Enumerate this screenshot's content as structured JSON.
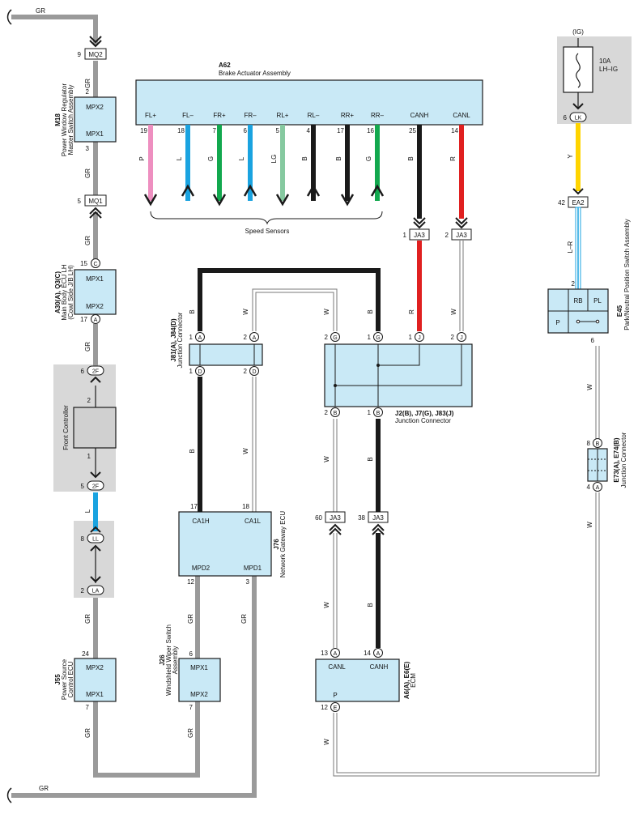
{
  "colors": {
    "box_fill": "#c9e9f6",
    "shade": "#d8d8d8",
    "wire_gr": "#9a9a9a",
    "wire_black": "#1a1a1a",
    "wire_red": "#e02020",
    "wire_pink": "#ee8fc0",
    "wire_blue": "#1aa3e0",
    "wire_green": "#12a84e",
    "wire_lightgreen": "#86c9a0",
    "wire_yellow": "#ffd400"
  },
  "wire_labels": {
    "gr": "GR",
    "b": "B",
    "w": "W",
    "r": "R",
    "l": "L",
    "p": "P",
    "g": "G",
    "lg": "LG",
    "y": "Y",
    "l_r": "L–R"
  },
  "a62": {
    "code": "A62",
    "name": "Brake Actuator Assembly",
    "pins": [
      {
        "label": "FL+",
        "num": "19",
        "wire": "P",
        "icon": "arrow-down-icon"
      },
      {
        "label": "FL–",
        "num": "18",
        "wire": "L",
        "icon": "arrow-up-icon"
      },
      {
        "label": "FR+",
        "num": "7",
        "wire": "G",
        "icon": "arrow-down-icon"
      },
      {
        "label": "FR–",
        "num": "6",
        "wire": "L",
        "icon": "arrow-up-icon"
      },
      {
        "label": "RL+",
        "num": "5",
        "wire": "LG",
        "icon": "arrow-down-icon"
      },
      {
        "label": "RL–",
        "num": "4",
        "wire": "B",
        "icon": "arrow-up-icon"
      },
      {
        "label": "RR+",
        "num": "17",
        "wire": "B",
        "icon": "arrow-down-icon"
      },
      {
        "label": "RR–",
        "num": "16",
        "wire": "G",
        "icon": "arrow-up-icon"
      },
      {
        "label": "CANH",
        "num": "25",
        "wire": "B",
        "icon": ""
      },
      {
        "label": "CANL",
        "num": "14",
        "wire": "R",
        "icon": ""
      }
    ],
    "speed_sensors": "Speed Sensors"
  },
  "connectors": {
    "mq2": "MQ2",
    "mq2_pin": "9",
    "mq1": "MQ1",
    "mq1_pin": "5",
    "ja3": "JA3",
    "ja3_pin_canh": "1",
    "ja3_pin_canl": "2",
    "ja3_pin_60": "60",
    "ja3_pin_38": "38",
    "ea2": "EA2",
    "ea2_pin": "42",
    "lk": "LK",
    "lk_pin": "6",
    "c2f": "2F",
    "c2f_pin_top": "6",
    "c2f_pin_bottom": "5",
    "ll": "LL",
    "ll_pin": "8",
    "la": "LA",
    "la_pin": "2"
  },
  "m18": {
    "code": "M18",
    "name_line1": "Power Window Regulator",
    "name_line2": "Master Switch Assembly",
    "top_label": "MPX2",
    "bottom_label": "MPX1",
    "top_pin": "2",
    "bottom_pin": "3"
  },
  "a30": {
    "code": "A30(A), Q3(C)",
    "name_line1": "Main Body ECU LH",
    "name_line2": "(Cowl Side J/B LH)",
    "top_label": "MPX1",
    "bottom_label": "MPX2",
    "top_pin": "15",
    "top_letter": "C",
    "bottom_pin": "17",
    "bottom_letter": "A"
  },
  "front_controller": {
    "name": "Front Controller",
    "top_pin": "2",
    "bottom_pin": "1"
  },
  "j55": {
    "code": "J55",
    "name_line1": "Power Source",
    "name_line2": "Control ECU",
    "top_label": "MPX2",
    "bottom_label": "MPX1",
    "top_pin": "24",
    "bottom_pin": "7"
  },
  "j81": {
    "code": "J81(A), J84(D)",
    "name": "Junction Connector",
    "pin_a1": "1",
    "pin_a2": "2",
    "pin_d1": "1",
    "pin_d2": "2",
    "letter_a": "A",
    "letter_d": "D"
  },
  "j76": {
    "code": "J76",
    "name": "Network Gateway ECU",
    "ca1h": "CA1H",
    "ca1l": "CA1L",
    "mpd2": "MPD2",
    "mpd1": "MPD1",
    "pin_ca1h": "17",
    "pin_ca1l": "18",
    "pin_mpd2": "12",
    "pin_mpd1": "3"
  },
  "j26": {
    "code": "J26",
    "name_line1": "Windshield Wiper Switch",
    "name_line2": "Assembly",
    "top_label": "MPX1",
    "bottom_label": "MPX2",
    "top_pin": "6",
    "bottom_pin": "7"
  },
  "j2": {
    "code": "J2(B), J7(G), J83(J)",
    "name": "Junction Connector",
    "pin_g2": "2",
    "pin_g1": "1",
    "pin_j1": "1",
    "pin_j2": "2",
    "pin_b2": "2",
    "pin_b1": "1",
    "letter_g": "G",
    "letter_j": "J",
    "letter_b": "B"
  },
  "a6": {
    "code": "A6(A), E6(E)",
    "name": "ECM",
    "canl": "CANL",
    "canh": "CANH",
    "p": "P",
    "pin_canl": "13",
    "pin_canh": "14",
    "pin_p": "12",
    "letter_a": "A",
    "letter_e": "E"
  },
  "ig": {
    "label": "(IG)",
    "fuse_amp": "10A",
    "fuse_name": "LH–IG"
  },
  "e45": {
    "code": "E45",
    "name": "Park/Neutral Position Switch Assembly",
    "rb": "RB",
    "pl": "PL",
    "p": "P",
    "pin_top": "2",
    "pin_bottom": "6"
  },
  "e73": {
    "code": "E73(A), E74(B)",
    "name": "Junction Connector",
    "pin_b": "8",
    "pin_a": "4",
    "letter_b": "B",
    "letter_a": "A"
  }
}
